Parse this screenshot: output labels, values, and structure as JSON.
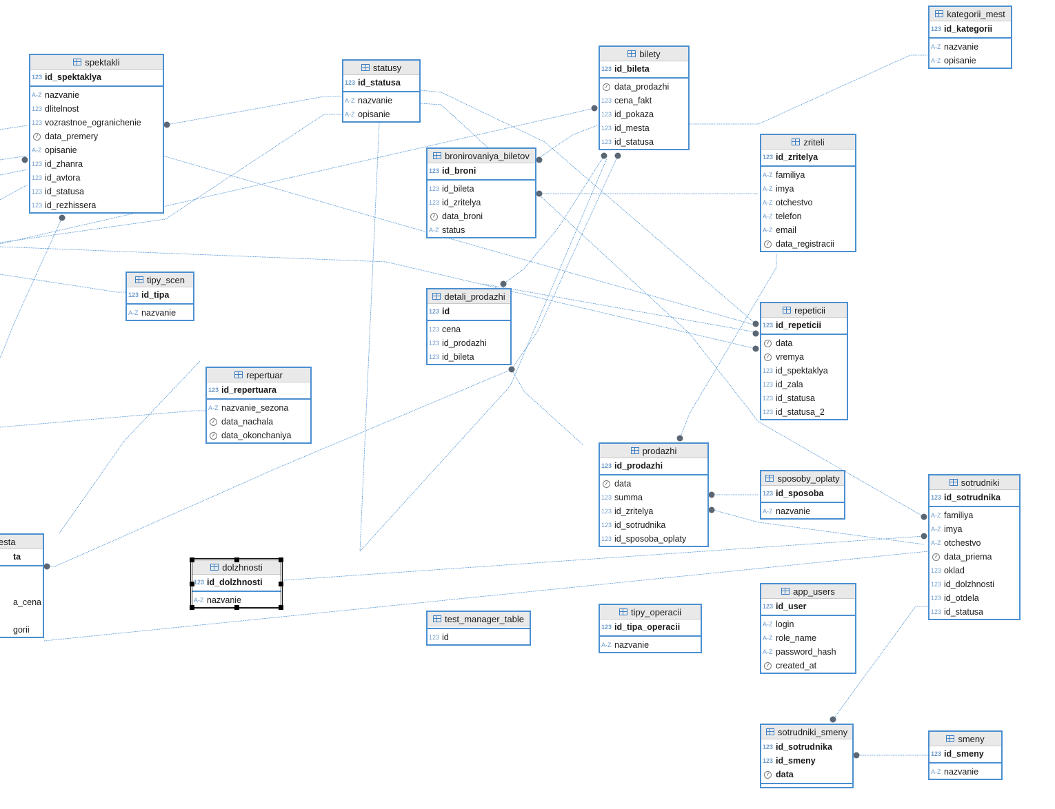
{
  "entities": {
    "spektakli": {
      "title": "spektakli",
      "pk": [
        {
          "type": "num",
          "name": "id_spektaklya"
        }
      ],
      "cols": [
        {
          "type": "text",
          "name": "nazvanie"
        },
        {
          "type": "num",
          "name": "dlitelnost"
        },
        {
          "type": "num",
          "name": "vozrastnoe_ogranichenie"
        },
        {
          "type": "date",
          "name": "data_premery"
        },
        {
          "type": "text",
          "name": "opisanie"
        },
        {
          "type": "num",
          "name": "id_zhanra"
        },
        {
          "type": "num",
          "name": "id_avtora"
        },
        {
          "type": "num",
          "name": "id_statusa"
        },
        {
          "type": "num",
          "name": "id_rezhissera"
        }
      ]
    },
    "statusy": {
      "title": "statusy",
      "pk": [
        {
          "type": "num",
          "name": "id_statusa"
        }
      ],
      "cols": [
        {
          "type": "text",
          "name": "nazvanie"
        },
        {
          "type": "text",
          "name": "opisanie"
        }
      ]
    },
    "bilety": {
      "title": "bilety",
      "pk": [
        {
          "type": "num",
          "name": "id_bileta"
        }
      ],
      "cols": [
        {
          "type": "date",
          "name": "data_prodazhi"
        },
        {
          "type": "num",
          "name": "cena_fakt"
        },
        {
          "type": "num",
          "name": "id_pokaza"
        },
        {
          "type": "num",
          "name": "id_mesta"
        },
        {
          "type": "num",
          "name": "id_statusa"
        }
      ]
    },
    "kategorii_mest": {
      "title": "kategorii_mest",
      "pk": [
        {
          "type": "num",
          "name": "id_kategorii"
        }
      ],
      "cols": [
        {
          "type": "text",
          "name": "nazvanie"
        },
        {
          "type": "text",
          "name": "opisanie"
        }
      ]
    },
    "bronirovaniya_biletov": {
      "title": "bronirovaniya_biletov",
      "pk": [
        {
          "type": "num",
          "name": "id_broni"
        }
      ],
      "cols": [
        {
          "type": "num",
          "name": "id_bileta"
        },
        {
          "type": "num",
          "name": "id_zritelya"
        },
        {
          "type": "date",
          "name": "data_broni"
        },
        {
          "type": "text",
          "name": "status"
        }
      ]
    },
    "zriteli": {
      "title": "zriteli",
      "pk": [
        {
          "type": "num",
          "name": "id_zritelya"
        }
      ],
      "cols": [
        {
          "type": "text",
          "name": "familiya"
        },
        {
          "type": "text",
          "name": "imya"
        },
        {
          "type": "text",
          "name": "otchestvo"
        },
        {
          "type": "text",
          "name": "telefon"
        },
        {
          "type": "text",
          "name": "email"
        },
        {
          "type": "date",
          "name": "data_registracii"
        }
      ]
    },
    "tipy_scen": {
      "title": "tipy_scen",
      "pk": [
        {
          "type": "num",
          "name": "id_tipa"
        }
      ],
      "cols": [
        {
          "type": "text",
          "name": "nazvanie"
        }
      ]
    },
    "detali_prodazhi": {
      "title": "detali_prodazhi",
      "pk": [
        {
          "type": "num",
          "name": "id"
        }
      ],
      "cols": [
        {
          "type": "num",
          "name": "cena"
        },
        {
          "type": "num",
          "name": "id_prodazhi"
        },
        {
          "type": "num",
          "name": "id_bileta"
        }
      ]
    },
    "repeticii": {
      "title": "repeticii",
      "pk": [
        {
          "type": "num",
          "name": "id_repeticii"
        }
      ],
      "cols": [
        {
          "type": "date",
          "name": "data"
        },
        {
          "type": "date",
          "name": "vremya"
        },
        {
          "type": "num",
          "name": "id_spektaklya"
        },
        {
          "type": "num",
          "name": "id_zala"
        },
        {
          "type": "num",
          "name": "id_statusa"
        },
        {
          "type": "num",
          "name": "id_statusa_2"
        }
      ]
    },
    "repertuar": {
      "title": "repertuar",
      "pk": [
        {
          "type": "num",
          "name": "id_repertuara"
        }
      ],
      "cols": [
        {
          "type": "text",
          "name": "nazvanie_sezona"
        },
        {
          "type": "date",
          "name": "data_nachala"
        },
        {
          "type": "date",
          "name": "data_okonchaniya"
        }
      ]
    },
    "prodazhi": {
      "title": "prodazhi",
      "pk": [
        {
          "type": "num",
          "name": "id_prodazhi"
        }
      ],
      "cols": [
        {
          "type": "date",
          "name": "data"
        },
        {
          "type": "num",
          "name": "summa"
        },
        {
          "type": "num",
          "name": "id_zritelya"
        },
        {
          "type": "num",
          "name": "id_sotrudnika"
        },
        {
          "type": "num",
          "name": "id_sposoba_oplaty"
        }
      ]
    },
    "sposoby_oplaty": {
      "title": "sposoby_oplaty",
      "pk": [
        {
          "type": "num",
          "name": "id_sposoba"
        }
      ],
      "cols": [
        {
          "type": "text",
          "name": "nazvanie"
        }
      ]
    },
    "sotrudniki": {
      "title": "sotrudniki",
      "pk": [
        {
          "type": "num",
          "name": "id_sotrudnika"
        }
      ],
      "cols": [
        {
          "type": "text",
          "name": "familiya"
        },
        {
          "type": "text",
          "name": "imya"
        },
        {
          "type": "text",
          "name": "otchestvo"
        },
        {
          "type": "date",
          "name": "data_priema"
        },
        {
          "type": "num",
          "name": "oklad"
        },
        {
          "type": "num",
          "name": "id_dolzhnosti"
        },
        {
          "type": "num",
          "name": "id_otdela"
        },
        {
          "type": "num",
          "name": "id_statusa"
        }
      ]
    },
    "mesta": {
      "title": "esta",
      "pk": [
        {
          "type": "none",
          "name": "ta"
        }
      ],
      "cols": [
        {
          "type": "none",
          "name": ""
        },
        {
          "type": "none",
          "name": ""
        },
        {
          "type": "none",
          "name": "a_cena"
        },
        {
          "type": "none",
          "name": ""
        },
        {
          "type": "none",
          "name": "gorii"
        }
      ]
    },
    "dolzhnosti": {
      "title": "dolzhnosti",
      "pk": [
        {
          "type": "num",
          "name": "id_dolzhnosti"
        }
      ],
      "cols": [
        {
          "type": "text",
          "name": "nazvanie"
        }
      ]
    },
    "test_manager_table": {
      "title": "test_manager_table",
      "pk": [],
      "cols": [
        {
          "type": "num",
          "name": "id"
        }
      ]
    },
    "tipy_operacii": {
      "title": "tipy_operacii",
      "pk": [
        {
          "type": "num",
          "name": "id_tipa_operacii"
        }
      ],
      "cols": [
        {
          "type": "text",
          "name": "nazvanie"
        }
      ]
    },
    "app_users": {
      "title": "app_users",
      "pk": [
        {
          "type": "num",
          "name": "id_user"
        }
      ],
      "cols": [
        {
          "type": "text",
          "name": "login"
        },
        {
          "type": "text",
          "name": "role_name"
        },
        {
          "type": "text",
          "name": "password_hash"
        },
        {
          "type": "date",
          "name": "created_at"
        }
      ]
    },
    "sotrudniki_smeny": {
      "title": "sotrudniki_smeny",
      "pk": [
        {
          "type": "num",
          "name": "id_sotrudnika"
        },
        {
          "type": "num",
          "name": "id_smeny"
        },
        {
          "type": "date",
          "name": "data"
        }
      ],
      "cols": []
    },
    "smeny": {
      "title": "smeny",
      "pk": [
        {
          "type": "num",
          "name": "id_smeny"
        }
      ],
      "cols": [
        {
          "type": "text",
          "name": "nazvanie"
        }
      ]
    }
  },
  "type_icons": {
    "num": "123",
    "text": "A-Z",
    "date": "clock-icon",
    "none": ""
  },
  "colors": {
    "border": "#4a8fd1",
    "header_bg": "#e9e9e9",
    "line": "#4a8fd1",
    "endpoint": "#5a6673"
  }
}
